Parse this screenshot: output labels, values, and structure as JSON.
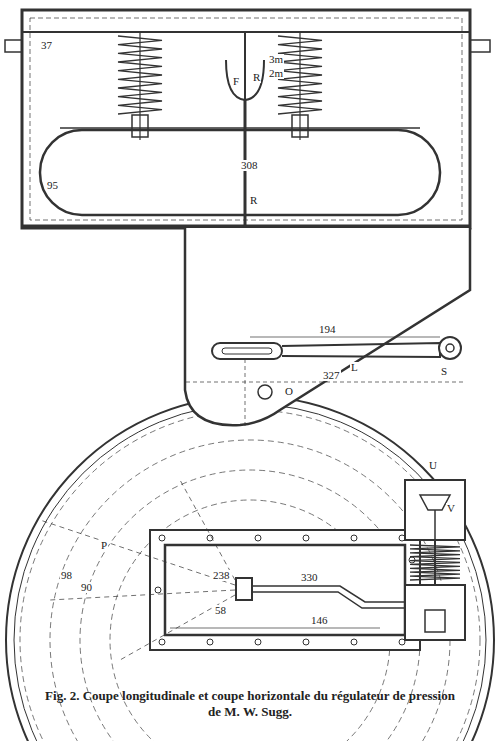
{
  "diagram": {
    "caption": "Fig. 2. Coupe longitudinale et coupe horizontale du régulateur de pression de M. W. Sugg.",
    "labels": [
      "37",
      "95",
      "F",
      "R",
      "3m",
      "2m",
      "R",
      "308",
      "194",
      "L",
      "S",
      "327",
      "O",
      "U",
      "V",
      "238",
      "330",
      "58",
      "146",
      "98",
      "90",
      "P"
    ]
  }
}
